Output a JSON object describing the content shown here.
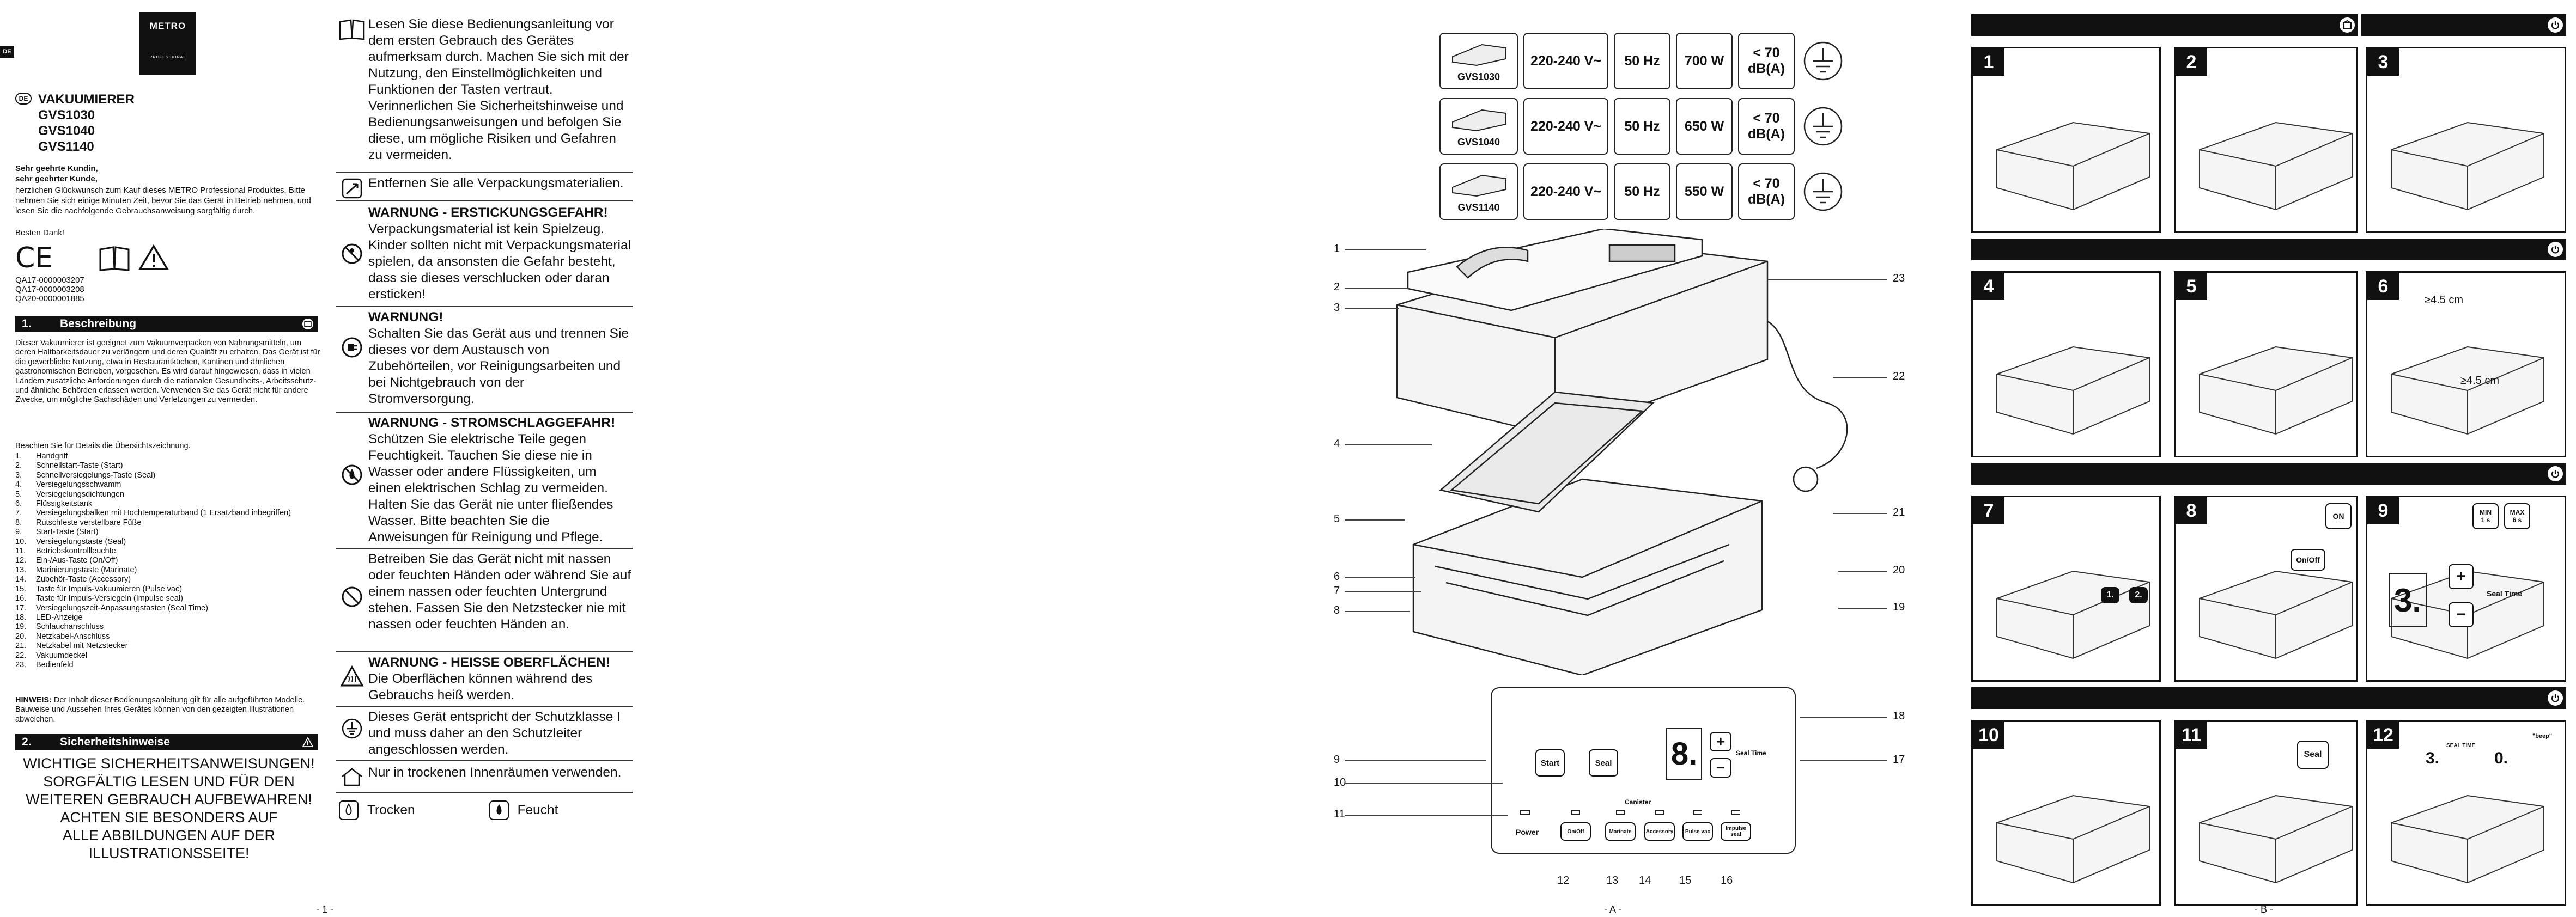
{
  "page1": {
    "lang_tab": "DE",
    "logo": {
      "brand": "METRO",
      "sub": "PROFESSIONAL"
    },
    "lang_circle": "DE",
    "product_title": "VAKUUMIERER",
    "models": [
      "GVS1030",
      "GVS1040",
      "GVS1140"
    ],
    "greeting_1": "Sehr geehrte Kundin,",
    "greeting_2": "sehr geehrter Kunde,",
    "intro": "herzlichen Glückwunsch zum Kauf dieses METRO Professional Produktes. Bitte nehmen Sie sich einige Minuten Zeit, bevor Sie das Gerät in Betrieb nehmen, und lesen Sie die nachfolgende Gebrauchsanweisung sorgfältig durch.",
    "thanks": "Besten Dank!",
    "ce_mark": "CE",
    "qa_codes": [
      "QA17-0000003207",
      "QA17-0000003208",
      "QA20-0000001885"
    ],
    "sec1": {
      "num": "1.",
      "title": "Beschreibung"
    },
    "desc": "Dieser Vakuumierer ist geeignet zum Vakuumverpacken von Nahrungsmitteln, um deren Haltbarkeitsdauer zu verlängern und deren Qualität zu erhalten. Das Gerät ist für die gewerbliche Nutzung, etwa in Restaurantküchen, Kantinen und ähnlichen gastronomischen Betrieben, vorgesehen. Es wird darauf hingewiesen, dass in vielen Ländern zusätzliche Anforderungen durch die nationalen Gesundheits-, Arbeitsschutz- und ähnliche Behörden erlassen werden. Verwenden Sie das Gerät nicht für andere Zwecke, um mögliche Sachschäden und Verletzungen zu vermeiden.",
    "features_intro": "Beachten Sie für Details die Übersichtszeichnung.",
    "features": [
      "Handgriff",
      "Schnellstart-Taste (Start)",
      "Schnellversiegelungs-Taste (Seal)",
      "Versiegelungsschwamm",
      "Versiegelungsdichtungen",
      "Flüssigkeitstank",
      "Versiegelungsbalken mit Hochtemperaturband (1 Ersatzband inbegriffen)",
      "Rutschfeste verstellbare Füße",
      "Start-Taste (Start)",
      "Versiegelungstaste (Seal)",
      "Betriebskontrollleuchte",
      "Ein-/Aus-Taste (On/Off)",
      "Marinierungstaste (Marinate)",
      "Zubehör-Taste (Accessory)",
      "Taste für Impuls-Vakuumieren (Pulse vac)",
      "Taste für Impuls-Versiegeln (Impulse seal)",
      "Versiegelungszeit-Anpassungstasten (Seal Time)",
      "LED-Anzeige",
      "Schlauchanschluss",
      "Netzkabel-Anschluss",
      "Netzkabel mit Netzstecker",
      "Vakuumdeckel",
      "Bedienfeld"
    ],
    "note_label": "HINWEIS:",
    "note": "Der Inhalt dieser Bedienungsanleitung gilt für alle aufgeführten Modelle. Bauweise und Aussehen Ihres Gerätes können von den gezeigten Illustrationen abweichen.",
    "sec2": {
      "num": "2.",
      "title": "Sicherheitshinweise"
    },
    "safety_lines": [
      "WICHTIGE SICHERHEITSANWEISUNGEN!",
      "SORGFÄLTIG LESEN UND FÜR DEN",
      "WEITEREN GEBRAUCH AUFBEWAHREN!",
      "ACHTEN SIE BESONDERS AUF",
      "ALLE ABBILDUNGEN AUF DER",
      "ILLUSTRATIONSSEITE!"
    ],
    "warnings": [
      {
        "icon": "book-icon",
        "title": "",
        "text": "Lesen Sie diese Bedienungsanleitung vor dem ersten Gebrauch des Gerätes aufmerksam durch. Machen Sie sich mit der Nutzung, den Einstellmöglichkeiten und Funktionen der Tasten vertraut. Verinnerlichen Sie Sicherheitshinweise und Bedienungsanweisungen und befolgen Sie diese, um mögliche Risiken und Gefahren zu vermeiden."
      },
      {
        "icon": "remove-packaging-icon",
        "title": "",
        "text": "Entfernen Sie alle Verpackungsmaterialien."
      },
      {
        "icon": "no-child-icon",
        "title": "WARNUNG - ERSTICKUNGSGEFAHR!",
        "text": "Verpackungsmaterial ist kein Spielzeug. Kinder sollten nicht mit Verpackungsmaterial spielen, da ansonsten die Gefahr besteht, dass sie dieses verschlucken oder daran ersticken!"
      },
      {
        "icon": "unplug-icon",
        "title": "WARNUNG!",
        "text": "Schalten Sie das Gerät aus und trennen Sie dieses vor dem Austausch von Zubehörteilen, vor Reinigungsarbeiten und bei Nichtgebrauch von der Stromversorgung."
      },
      {
        "icon": "no-water-icon",
        "title": "WARNUNG - STROMSCHLAGGEFAHR!",
        "text": "Schützen Sie elektrische Teile gegen Feuchtigkeit. Tauchen Sie diese nie in Wasser oder andere Flüssigkeiten, um einen elektrischen Schlag zu vermeiden. Halten Sie das Gerät nie unter fließendes Wasser. Bitte beachten Sie die Anweisungen für Reinigung und Pflege."
      },
      {
        "icon": "no-wet-hands-icon",
        "title": "",
        "text": "Betreiben Sie das Gerät nicht mit nassen oder feuchten Händen oder während Sie auf einem nassen oder feuchten Untergrund stehen. Fassen Sie den Netzstecker nie mit nassen oder feuchten Händen an."
      },
      {
        "icon": "hot-surface-icon",
        "title": "WARNUNG - HEISSE OBERFLÄCHEN!",
        "text": "Die Oberflächen können während des Gebrauchs heiß werden."
      },
      {
        "icon": "ground-icon",
        "title": "",
        "text": "Dieses Gerät entspricht der Schutzklasse I und muss daher an den Schutzleiter angeschlossen werden."
      },
      {
        "icon": "indoor-icon",
        "title": "",
        "text": "Nur in trockenen Innenräumen verwenden."
      }
    ],
    "dry_label": "Trocken",
    "moist_label": "Feucht",
    "page_number": "- 1 -"
  },
  "pageA": {
    "specs": [
      {
        "model": "GVS1030",
        "voltage": "220-240 V~",
        "freq": "50 Hz",
        "power": "700 W",
        "noise": "< 70 dB(A)"
      },
      {
        "model": "GVS1040",
        "voltage": "220-240 V~",
        "freq": "50 Hz",
        "power": "650 W",
        "noise": "< 70 dB(A)"
      },
      {
        "model": "GVS1140",
        "voltage": "220-240 V~",
        "freq": "50 Hz",
        "power": "550 W",
        "noise": "< 70 dB(A)"
      }
    ],
    "callouts_left": [
      "1",
      "2",
      "3",
      "4",
      "5",
      "6",
      "7",
      "8"
    ],
    "callouts_right": [
      "23",
      "22",
      "21",
      "20",
      "19"
    ],
    "panel": {
      "start": "Start",
      "seal": "Seal",
      "digit": "8.",
      "plus": "+",
      "minus": "−",
      "seal_time": "Seal Time",
      "canister": "Canister",
      "power": "Power",
      "buttons": [
        "On/Off",
        "Marinate",
        "Accessory",
        "Pulse vac",
        "Impulse seal"
      ]
    },
    "panel_callouts": [
      "9",
      "10",
      "11",
      "12",
      "13",
      "14",
      "15",
      "16",
      "17",
      "18"
    ],
    "page_number": "- A -"
  },
  "pageB": {
    "panels": [
      "1",
      "2",
      "3",
      "4",
      "5",
      "6",
      "7",
      "8",
      "9",
      "10",
      "11",
      "12"
    ],
    "dim_1": "≥4.5 cm",
    "dim_2": "≥4.5 cm",
    "step_1": "1.",
    "step_2": "2.",
    "on_label": "ON",
    "onoff": "On/Off",
    "min_label": "MIN",
    "min_val": "1 s",
    "max_label": "MAX",
    "max_val": "6 s",
    "digit9": "3.",
    "plus": "+",
    "minus": "−",
    "seal_time": "Seal Time",
    "seal_btn": "Seal",
    "seal_time_small": "SEAL TIME",
    "digit12a": "3.",
    "digit12b": "0.",
    "beep": "\"beep\"",
    "page_number": "- B -"
  }
}
